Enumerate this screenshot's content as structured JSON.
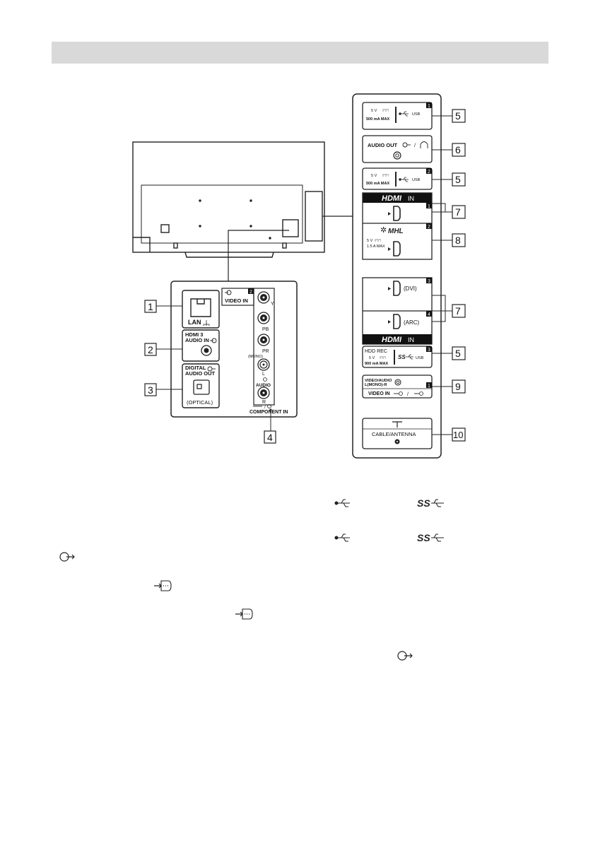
{
  "header": {
    "title": ""
  },
  "callouts": {
    "n1": "1",
    "n2": "2",
    "n3": "3",
    "n4": "4",
    "n5a": "5",
    "n6": "6",
    "n5b": "5",
    "n7a": "7",
    "n8": "8",
    "n7b": "7",
    "n5c": "5",
    "n9": "9",
    "n10": "10"
  },
  "left_panel": {
    "lan": "LAN",
    "hdmi3": "HDMI 3",
    "audio_in": "AUDIO IN",
    "digital": "DIGITAL",
    "audio_out": "AUDIO OUT",
    "optical": "(OPTICAL)",
    "video_in": "VIDEO IN",
    "video_in_num": "2",
    "y": "Y",
    "pb": "PB",
    "pr": "PR",
    "mono": "(MONO)",
    "l": "L",
    "audio": "AUDIO",
    "r": "R",
    "slash": "/",
    "component_in": "COMPONENT IN"
  },
  "right_panel": {
    "usb1_v": "5 V",
    "usb1_ma": "500 mA MAX",
    "usb1_label": "USB",
    "usb1_num": "1",
    "audio_out": "AUDIO OUT",
    "audio_out_sep": "/",
    "usb2_v": "5 V",
    "usb2_ma": "500 mA MAX",
    "usb2_label": "USB",
    "usb2_num": "2",
    "hdmi_logo": "HDMI",
    "hdmi_in": "IN",
    "hdmi1_num": "1",
    "mhl_logo": "MHL",
    "mhl_v": "5 V",
    "mhl_a": "1.5 A MAX",
    "hdmi2_num": "2",
    "dvi": "(DVI)",
    "hdmi3_num": "3",
    "arc": "(ARC)",
    "hdmi4_num": "4",
    "hdd_rec": "HDD REC",
    "usb3_v": "5 V",
    "usb3_ma": "900 mA MAX",
    "usb3_ss": "SS",
    "usb3_label": "USB",
    "usb3_num": "3",
    "va_line1": "VIDEO/AUDIO",
    "va_line2": "L(MONO)-R",
    "va_num": "1",
    "video_in": "VIDEO IN",
    "video_in_sep": "/",
    "cable": "CABLE/ANTENNA"
  },
  "legend": {
    "ss1": "SS",
    "ss2": "SS"
  },
  "icons": [
    "ethernet-icon",
    "audio-in-icon",
    "audio-out-icon",
    "video-in-icon",
    "component-in-icon",
    "usb-icon",
    "usb-superspeed-icon",
    "headphone-icon",
    "hdmi-port-icon",
    "antenna-icon",
    "external-input-icon"
  ],
  "colors": {
    "header_bar": "#d9d9d9",
    "line": "#222222",
    "fill_dark": "#111111"
  }
}
